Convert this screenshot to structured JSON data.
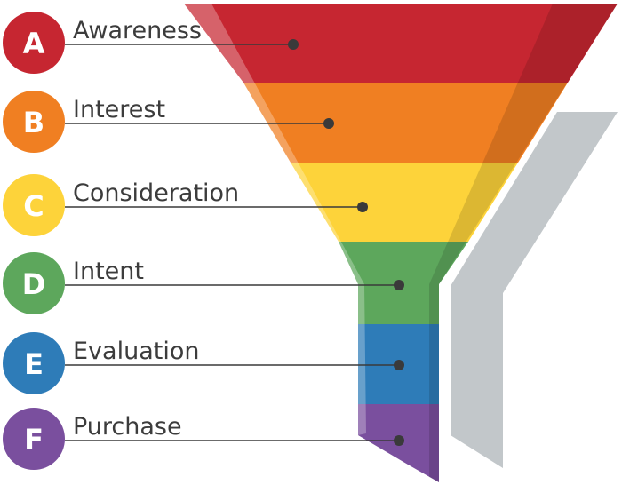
{
  "colors": {
    "red": "#C62631",
    "orange": "#F07F22",
    "yellow": "#FDD33A",
    "green": "#5DA75C",
    "blue": "#2E7CB8",
    "purple": "#7A4F9E",
    "shadow": "#C2C7CA",
    "leader": "#3A3A3A",
    "label_text": "#3C3C3C"
  },
  "stages": [
    {
      "letter": "A",
      "label": "Awareness",
      "color_key": "red",
      "icon": "letter-badge"
    },
    {
      "letter": "B",
      "label": "Interest",
      "color_key": "orange",
      "icon": "letter-badge"
    },
    {
      "letter": "C",
      "label": "Consideration",
      "color_key": "yellow",
      "icon": "letter-badge"
    },
    {
      "letter": "D",
      "label": "Intent",
      "color_key": "green",
      "icon": "letter-badge"
    },
    {
      "letter": "E",
      "label": "Evaluation",
      "color_key": "blue",
      "icon": "letter-badge"
    },
    {
      "letter": "F",
      "label": "Purchase",
      "color_key": "purple",
      "icon": "letter-badge"
    }
  ]
}
